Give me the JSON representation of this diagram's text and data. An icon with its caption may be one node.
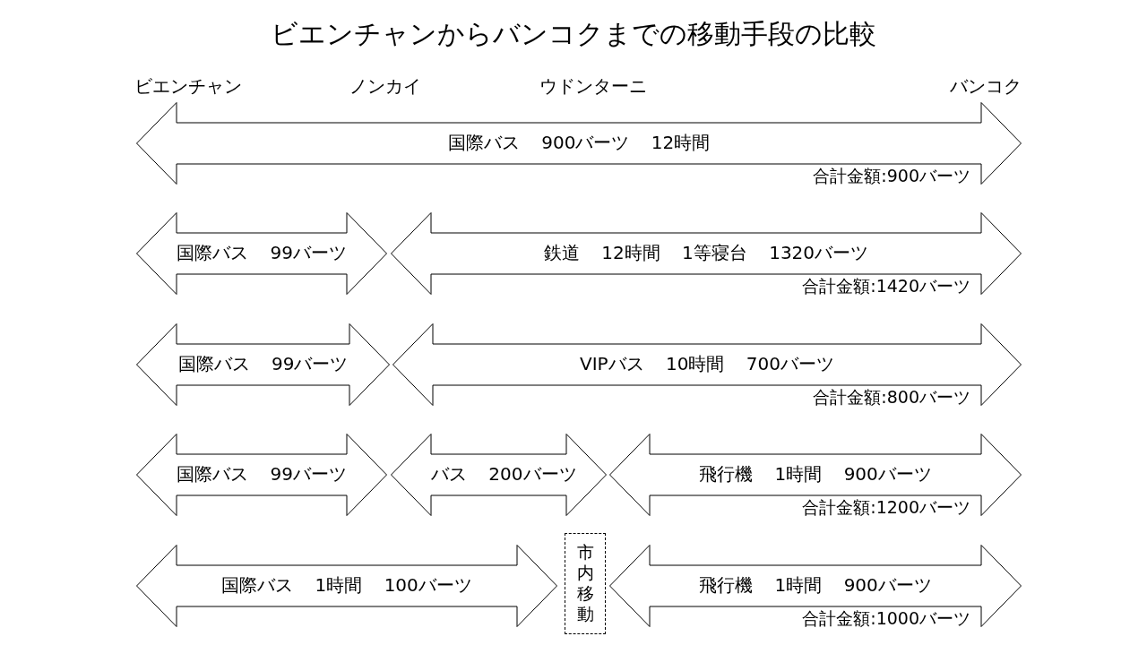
{
  "diagram": {
    "title": "ビエンチャンからバンコクまでの移動手段の比較",
    "nodes": [
      {
        "text": [
          "国際バス 900バーツ 12時間"
        ],
        "beside": [
          "合計金額:900バーツ"
        ]
      },
      {
        "text": [
          "国際バス 99バーツ"
        ]
      },
      {
        "text": [
          "鉄道 12時間 1等寝台 1320バーツ"
        ],
        "beside": [
          "合計金額:1420バーツ"
        ]
      },
      {
        "text": [
          "国際バス 99バーツ"
        ]
      },
      {
        "text": [
          "VIPバス 10時間 700バーツ"
        ],
        "beside": [
          "合計金額:800バーツ"
        ]
      },
      {
        "text": [
          "国際バス 99バーツ"
        ]
      },
      {
        "text": [
          "バス 200バーツ"
        ]
      },
      {
        "text": [
          "飛行機 1時間 900バーツ"
        ],
        "beside": [
          "合計金額:1200バーツ"
        ]
      },
      {
        "text": [
          "国際バス 1時間 100バーツ"
        ]
      },
      {
        "text": [
          "市内移動"
        ]
      },
      {
        "text": [
          "飛行機 1時間 900バーツ"
        ],
        "beside": [
          "合計金額:1000バーツ"
        ]
      }
    ],
    "labels": [
      "ビエンチャン",
      "ノンカイ",
      "ウドンターニ",
      "バンコク"
    ]
  }
}
